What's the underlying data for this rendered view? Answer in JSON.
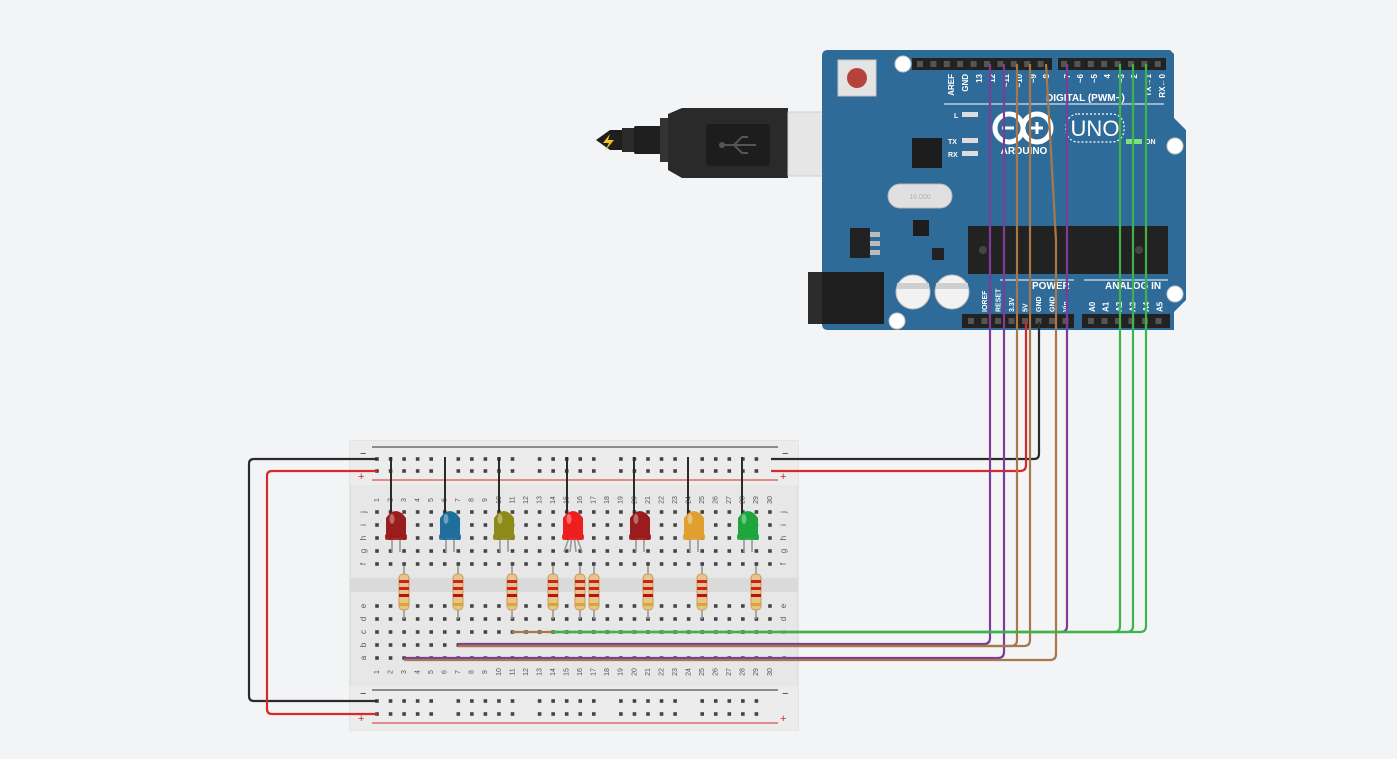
{
  "workspace": {
    "background": "#f3f4f6"
  },
  "arduino": {
    "board_color": "#2f6b99",
    "logo_text": "ARDUINO",
    "model": "UNO",
    "on_label": "ON",
    "l_label": "L",
    "tx_label": "TX",
    "rx_label": "RX",
    "digital_label": "DIGITAL (PWM~)",
    "power_label": "POWER",
    "analog_label": "ANALOG IN",
    "crystal_label": "16.000",
    "top_pin_labels": [
      "AREF",
      "GND",
      "13",
      "12",
      "~11",
      "~10",
      "~9",
      "8",
      "7",
      "~6",
      "~5",
      "4",
      "~3",
      "2",
      "TX→1",
      "RX←0"
    ],
    "power_pin_labels": [
      "IOREF",
      "RESET",
      "3.3V",
      "5V",
      "GND",
      "GND",
      "Vin"
    ],
    "analog_pin_labels": [
      "A0",
      "A1",
      "A2",
      "A3",
      "A4",
      "A5"
    ]
  },
  "usb_cable": {
    "icon": "usb-icon",
    "power_icon": "lightning-icon",
    "power_icon_color": "#f5c518"
  },
  "breadboard": {
    "column_numbers": [
      "1",
      "2",
      "3",
      "4",
      "5",
      "6",
      "7",
      "8",
      "9",
      "10",
      "11",
      "12",
      "13",
      "14",
      "15",
      "16",
      "17",
      "18",
      "19",
      "20",
      "21",
      "22",
      "23",
      "24",
      "25",
      "26",
      "27",
      "28",
      "29",
      "30"
    ],
    "upper_rows": [
      "j",
      "i",
      "h",
      "g",
      "f"
    ],
    "lower_rows": [
      "e",
      "d",
      "c",
      "b",
      "a"
    ],
    "rail_minus": "−",
    "rail_plus": "+"
  },
  "components": {
    "leds": [
      {
        "name": "led-red-1",
        "color": "#9b1c1c",
        "column": "3"
      },
      {
        "name": "led-blue",
        "color": "#1f6f9c",
        "column": "7"
      },
      {
        "name": "led-olive",
        "color": "#8c8a18",
        "column": "11"
      },
      {
        "name": "led-rgb",
        "color": "#ee1e1e",
        "column": "16"
      },
      {
        "name": "led-red-2",
        "color": "#9b1c1c",
        "column": "21"
      },
      {
        "name": "led-orange",
        "color": "#e0a030",
        "column": "25"
      },
      {
        "name": "led-green",
        "color": "#1ea63c",
        "column": "29"
      }
    ],
    "resistor_count": 9
  },
  "wire_colors": {
    "black": "#2b2b2b",
    "red": "#d62a2a",
    "purple": "#7d3c98",
    "brown": "#a9784a",
    "green": "#3db34a"
  }
}
